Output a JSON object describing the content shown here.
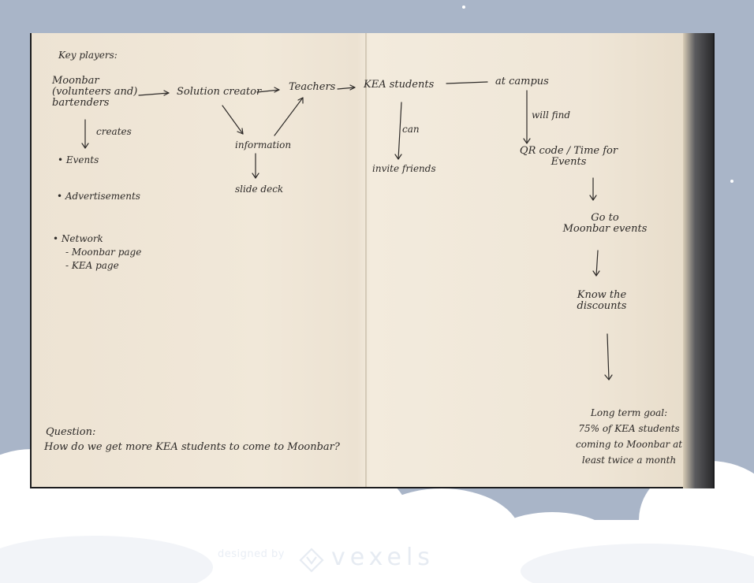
{
  "colors": {
    "background": "#a9b5c8",
    "paper": "#efe6d7",
    "ink": "#2d2a28",
    "cloud": "#ffffff"
  },
  "notes": {
    "key_players": "Key players:",
    "moonbar": "Moonbar\n(volunteers and)\nbartenders",
    "creates": "creates",
    "events": "• Events",
    "advertisements": "• Advertisements",
    "network": "• Network",
    "moonbar_page": "- Moonbar page",
    "kea_page": "- KEA page",
    "solution_creator": "Solution creator",
    "teachers": "Teachers",
    "kea_students": "KEA students",
    "at_campus": "at campus",
    "information": "information",
    "slide_deck": "slide deck",
    "can": "can",
    "invite_friends": "invite friends",
    "will_find": "will find",
    "qr_code": "QR code / Time for\nEvents",
    "go_to": "Go to\nMoonbar events",
    "know": "Know the\ndiscounts",
    "long_term": "Long term goal:\n75% of KEA students\ncoming to Moonbar at\nleast twice a month",
    "question": "Question:",
    "question_text": "How do we get more KEA students to come to Moonbar?"
  },
  "watermark": {
    "designed_by": "designed by",
    "brand": "vexels"
  }
}
